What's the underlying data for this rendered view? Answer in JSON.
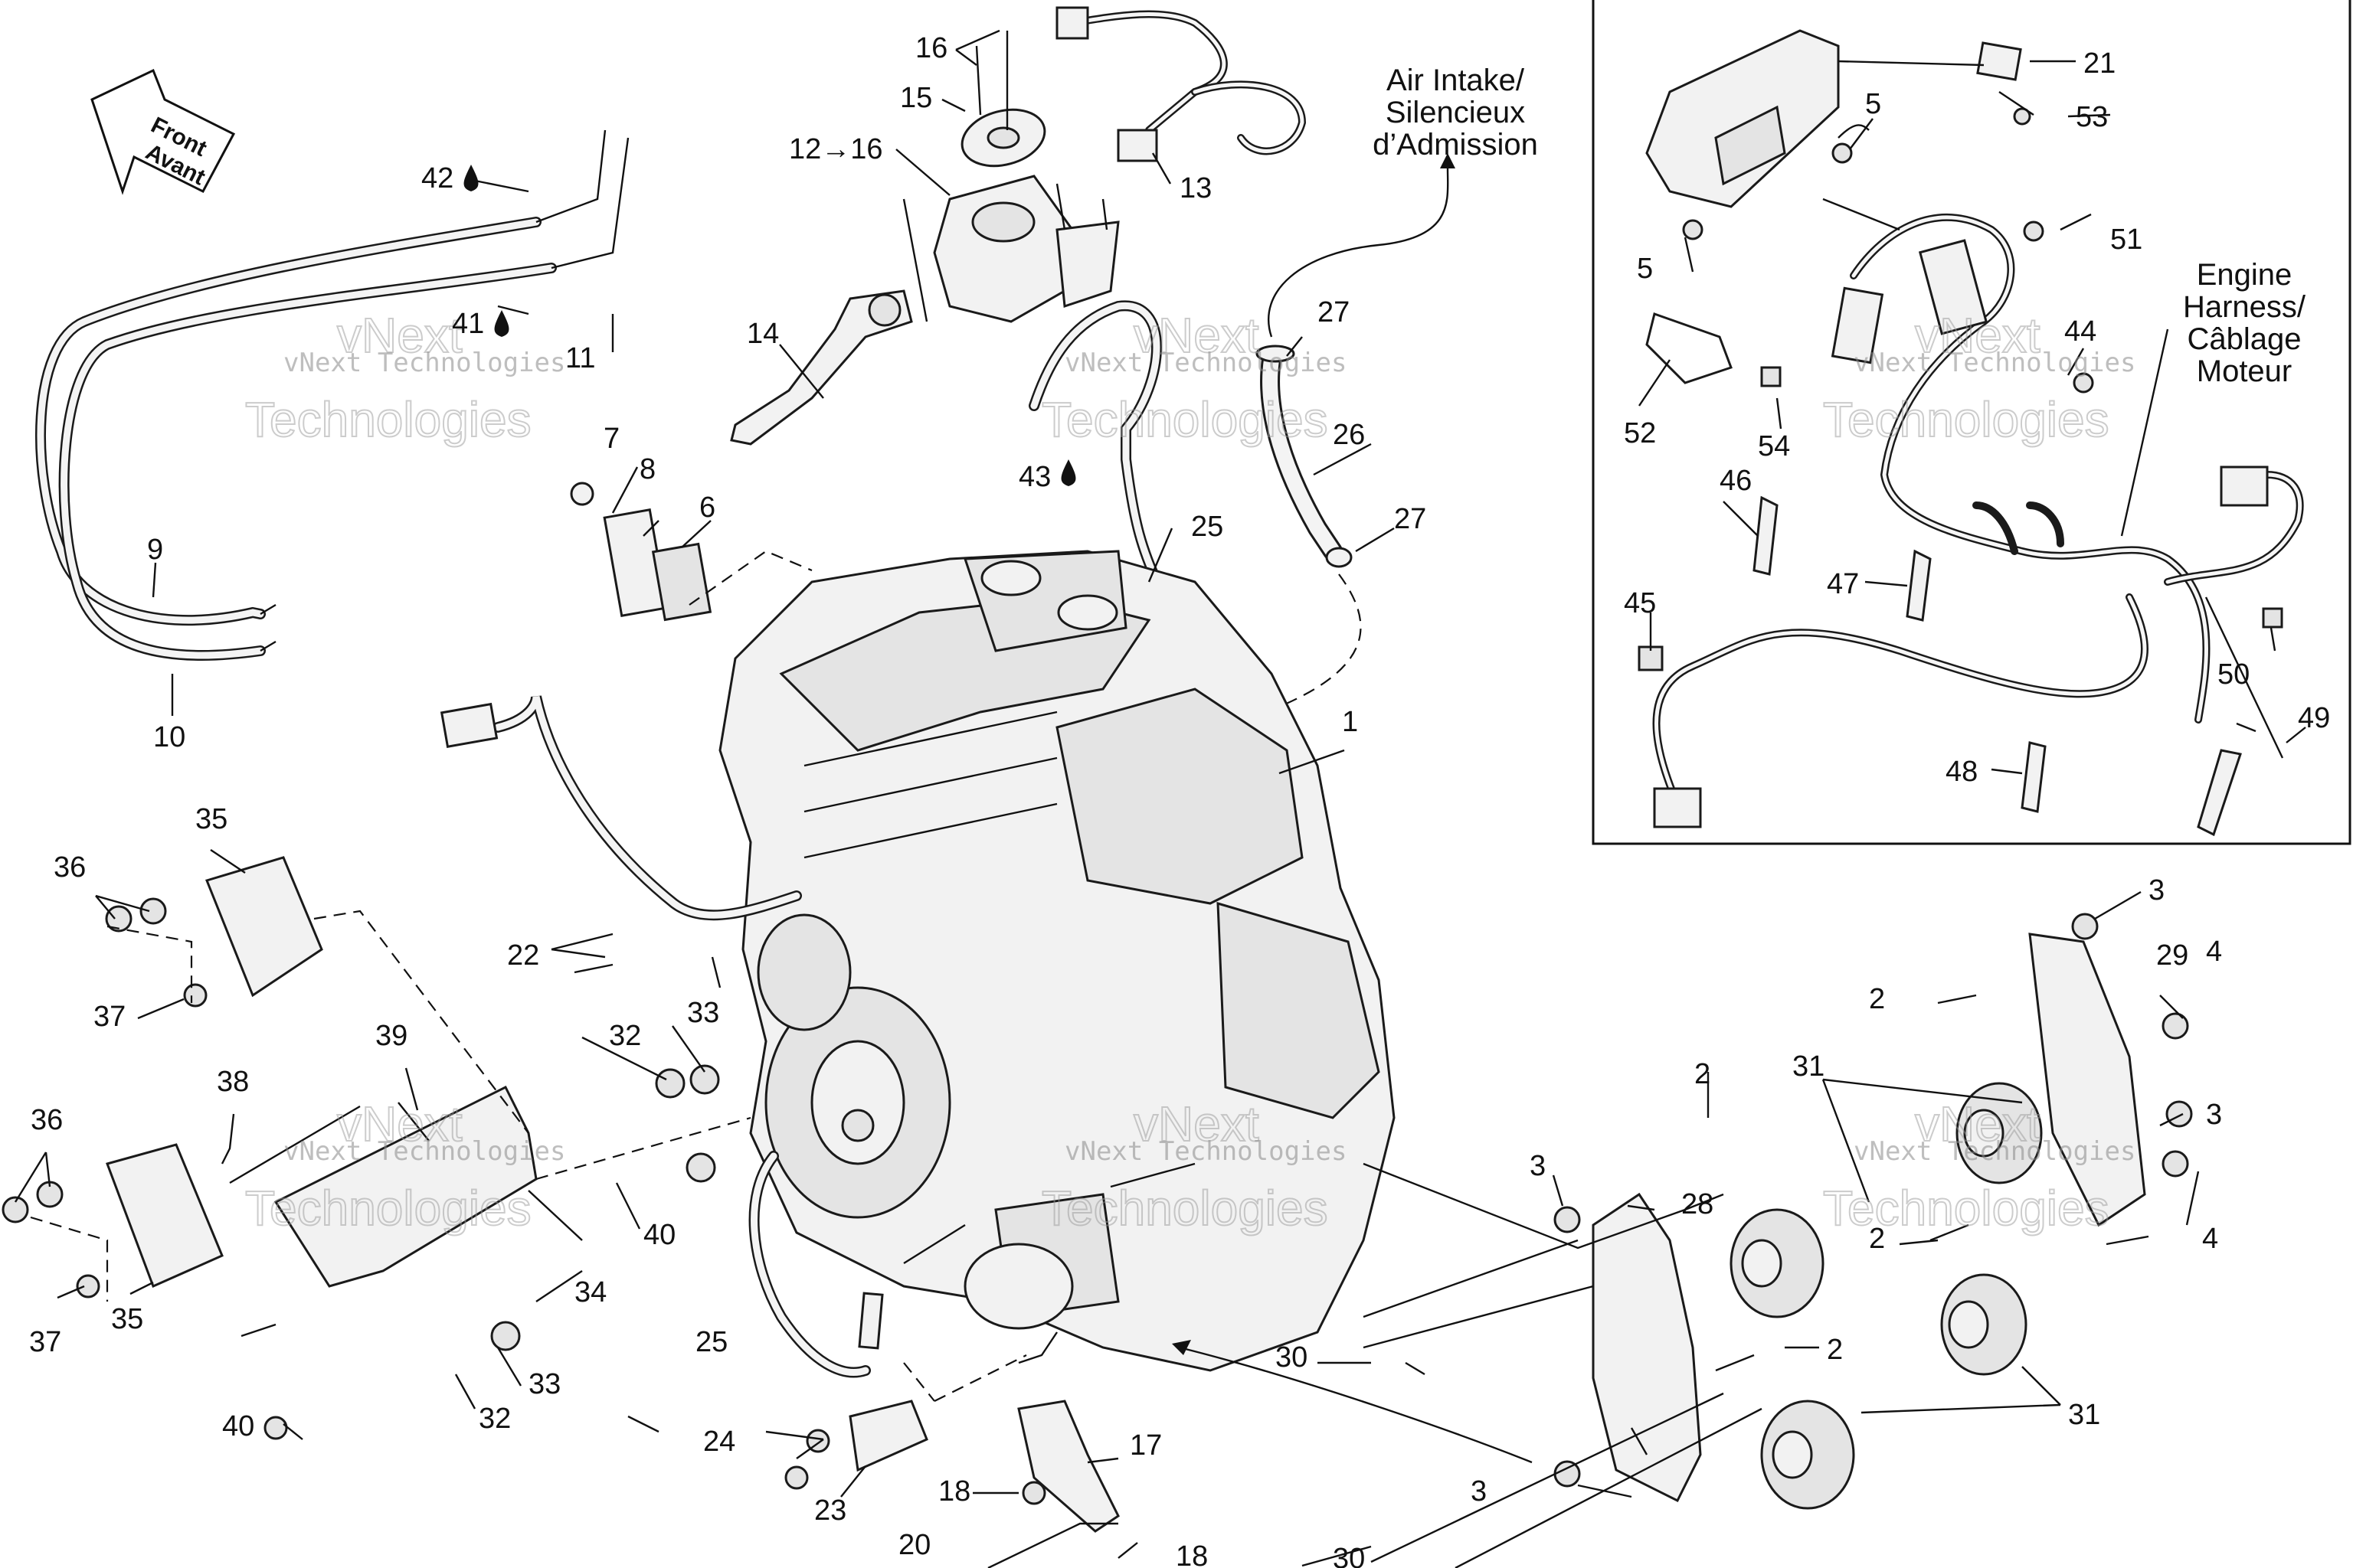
{
  "labels": [
    {
      "id": "p1",
      "text": "1"
    },
    {
      "id": "p2a",
      "text": "2"
    },
    {
      "id": "p2b",
      "text": "2"
    },
    {
      "id": "p2c",
      "text": "2"
    },
    {
      "id": "p2d",
      "text": "2"
    },
    {
      "id": "p3a",
      "text": "3"
    },
    {
      "id": "p3b",
      "text": "3"
    },
    {
      "id": "p3c",
      "text": "3"
    },
    {
      "id": "p3d",
      "text": "3"
    },
    {
      "id": "p4a",
      "text": "4"
    },
    {
      "id": "p4b",
      "text": "4"
    },
    {
      "id": "p5a",
      "text": "5"
    },
    {
      "id": "p5b",
      "text": "5"
    },
    {
      "id": "p6",
      "text": "6"
    },
    {
      "id": "p7",
      "text": "7"
    },
    {
      "id": "p8",
      "text": "8"
    },
    {
      "id": "p9",
      "text": "9"
    },
    {
      "id": "p10",
      "text": "10"
    },
    {
      "id": "p11",
      "text": "11"
    },
    {
      "id": "p12",
      "text": "12→16"
    },
    {
      "id": "p13",
      "text": "13"
    },
    {
      "id": "p14",
      "text": "14"
    },
    {
      "id": "p15",
      "text": "15"
    },
    {
      "id": "p16",
      "text": "16"
    },
    {
      "id": "p17",
      "text": "17"
    },
    {
      "id": "p18a",
      "text": "18"
    },
    {
      "id": "p18b",
      "text": "18"
    },
    {
      "id": "p20",
      "text": "20"
    },
    {
      "id": "p21",
      "text": "21"
    },
    {
      "id": "p22",
      "text": "22"
    },
    {
      "id": "p23",
      "text": "23"
    },
    {
      "id": "p24",
      "text": "24"
    },
    {
      "id": "p25a",
      "text": "25"
    },
    {
      "id": "p25b",
      "text": "25"
    },
    {
      "id": "p26",
      "text": "26"
    },
    {
      "id": "p27a",
      "text": "27"
    },
    {
      "id": "p27b",
      "text": "27"
    },
    {
      "id": "p28",
      "text": "28"
    },
    {
      "id": "p29",
      "text": "29"
    },
    {
      "id": "p30a",
      "text": "30"
    },
    {
      "id": "p30b",
      "text": "30"
    },
    {
      "id": "p31a",
      "text": "31"
    },
    {
      "id": "p31b",
      "text": "31"
    },
    {
      "id": "p32a",
      "text": "32"
    },
    {
      "id": "p32b",
      "text": "32"
    },
    {
      "id": "p33a",
      "text": "33"
    },
    {
      "id": "p33b",
      "text": "33"
    },
    {
      "id": "p34",
      "text": "34"
    },
    {
      "id": "p35a",
      "text": "35"
    },
    {
      "id": "p35b",
      "text": "35"
    },
    {
      "id": "p36a",
      "text": "36"
    },
    {
      "id": "p36b",
      "text": "36"
    },
    {
      "id": "p37a",
      "text": "37"
    },
    {
      "id": "p37b",
      "text": "37"
    },
    {
      "id": "p38",
      "text": "38"
    },
    {
      "id": "p39",
      "text": "39"
    },
    {
      "id": "p40a",
      "text": "40"
    },
    {
      "id": "p40b",
      "text": "40"
    },
    {
      "id": "p41",
      "text": "41"
    },
    {
      "id": "p42",
      "text": "42"
    },
    {
      "id": "p43",
      "text": "43"
    },
    {
      "id": "p44",
      "text": "44"
    },
    {
      "id": "p45",
      "text": "45"
    },
    {
      "id": "p46",
      "text": "46"
    },
    {
      "id": "p47",
      "text": "47"
    },
    {
      "id": "p48",
      "text": "48"
    },
    {
      "id": "p49",
      "text": "49"
    },
    {
      "id": "p50",
      "text": "50"
    },
    {
      "id": "p51",
      "text": "51"
    },
    {
      "id": "p52",
      "text": "52"
    },
    {
      "id": "p53",
      "text": "53"
    },
    {
      "id": "p54",
      "text": "54"
    }
  ],
  "notes": {
    "air_intake": [
      "Air Intake/",
      "Silencieux",
      "d’Admission"
    ],
    "engine_harness": [
      "Engine",
      "Harness/",
      "Câblage",
      "Moteur"
    ],
    "front": [
      "Front",
      "Avant"
    ]
  },
  "watermark": {
    "line1": "vNext Technologies",
    "line2": "Technologies",
    "line3": "vNext"
  }
}
